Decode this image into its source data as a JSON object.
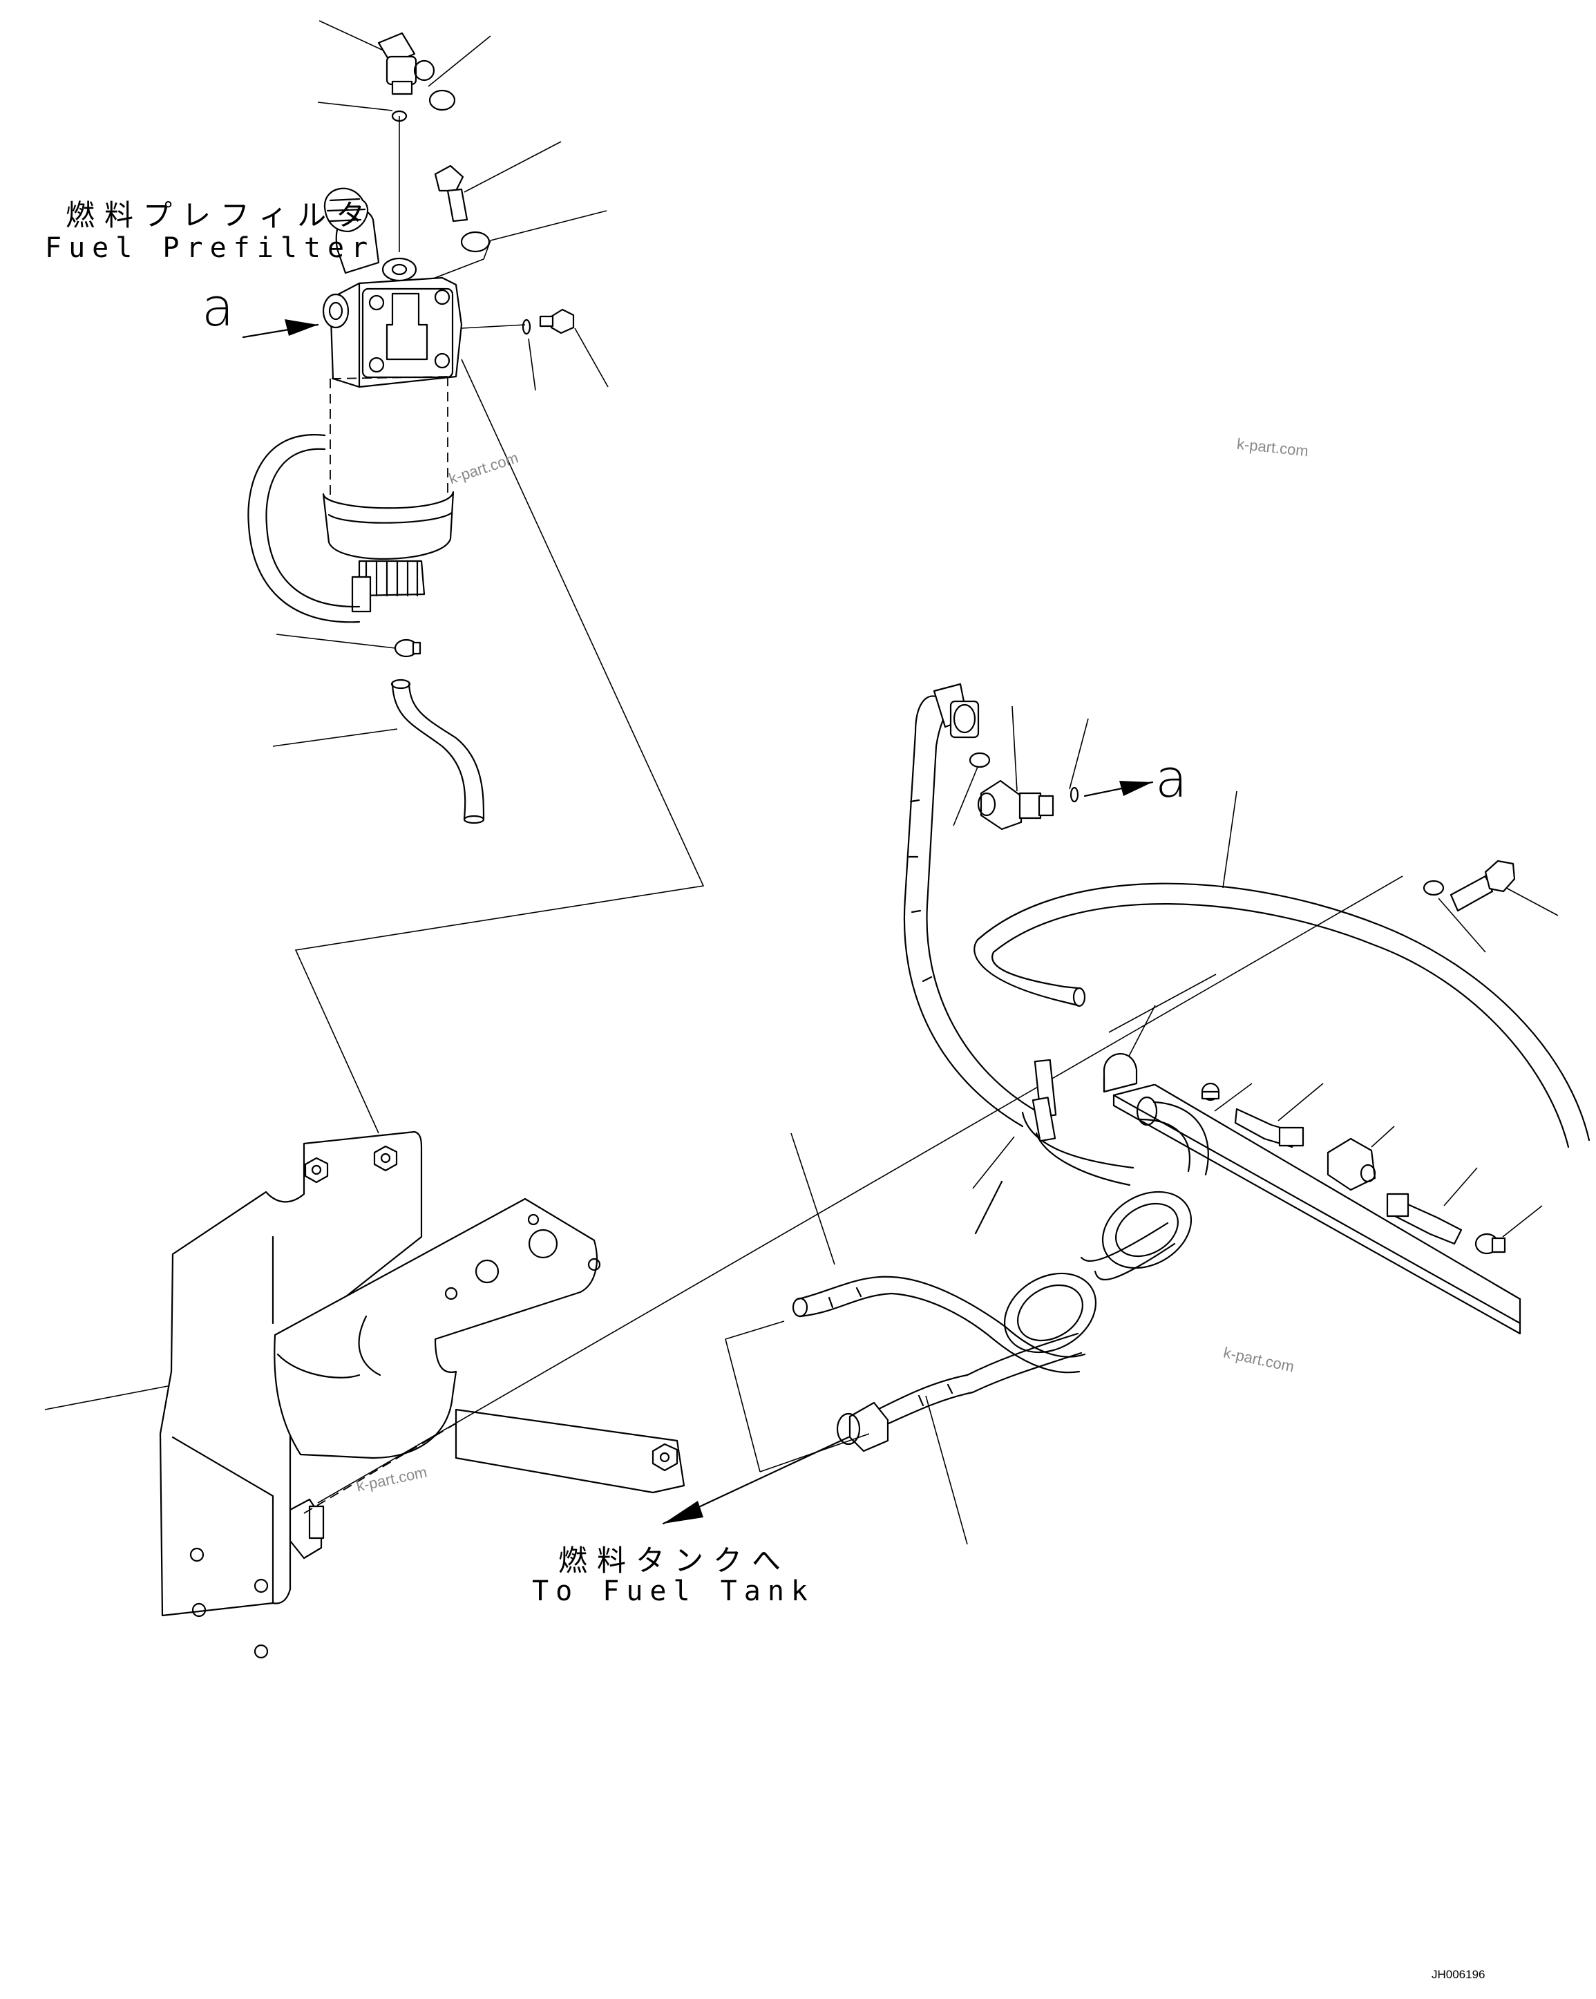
{
  "labels": {
    "prefilter_jp": "燃料プレフィルタ",
    "prefilter_en": "Fuel Prefilter",
    "tank_jp": "燃料タンクへ",
    "tank_en": "To Fuel Tank",
    "ref_a_left": "a",
    "ref_a_right": "a"
  },
  "watermarks": [
    "k-part.com",
    "k-part.com",
    "k-part.com",
    "k-part.com"
  ],
  "drawing_number": "JH006196",
  "icons": [
    "fuel-prefilter-icon",
    "bracket-icon",
    "hose-icon",
    "elbow-fitting-icon",
    "bolt-icon",
    "clamp-icon",
    "arrow-icon"
  ]
}
